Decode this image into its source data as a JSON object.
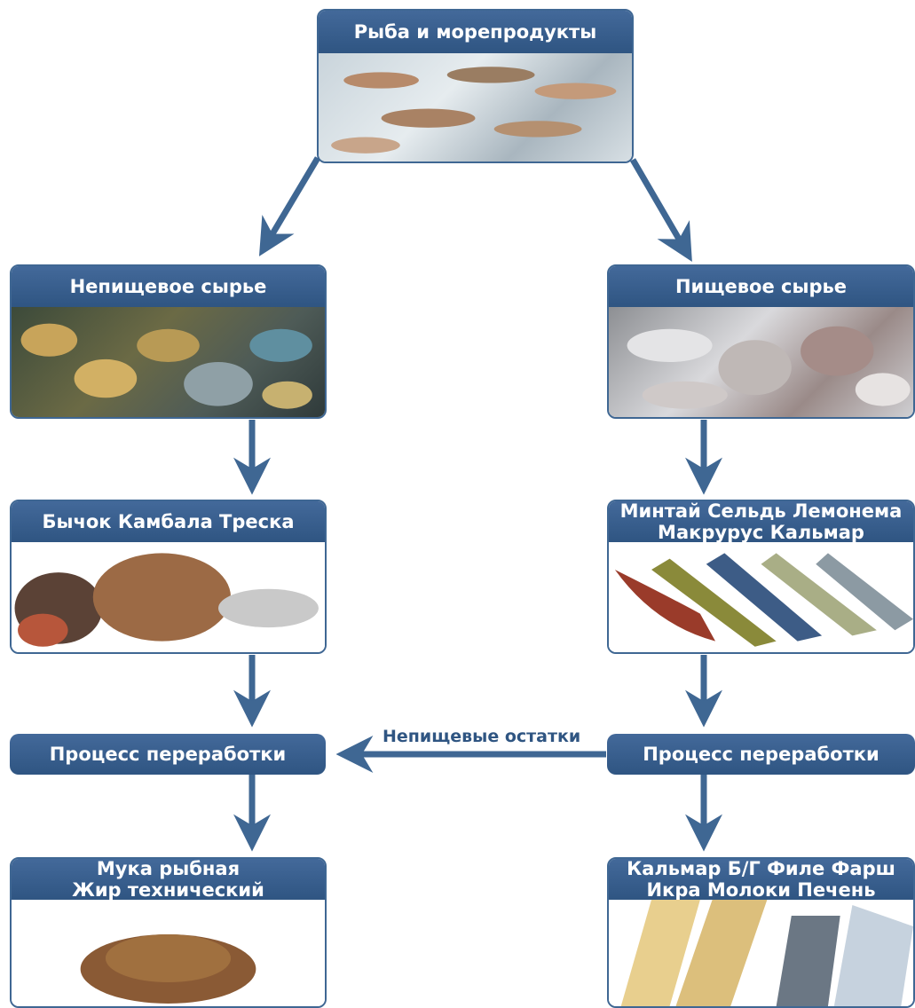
{
  "nodes": {
    "root": "Рыба и морепродукты",
    "nonfood": "Непищевое сырье",
    "food": "Пищевое сырье",
    "nonfood_species": "Бычок Камбала Треска",
    "food_species_line1": "Минтай Сельдь Лемонема",
    "food_species_line2": "Макрурус Кальмар",
    "process_left": "Процесс переработки",
    "process_right": "Процесс переработки",
    "product_left_line1": "Мука рыбная",
    "product_left_line2": "Жир технический",
    "product_right_line1": "Кальмар Б/Г Филе Фарш",
    "product_right_line2": "Икра Молоки Печень"
  },
  "edge_label": "Непищевые остатки",
  "colors": {
    "accent": "#35598a",
    "arrow": "#3f6793"
  }
}
